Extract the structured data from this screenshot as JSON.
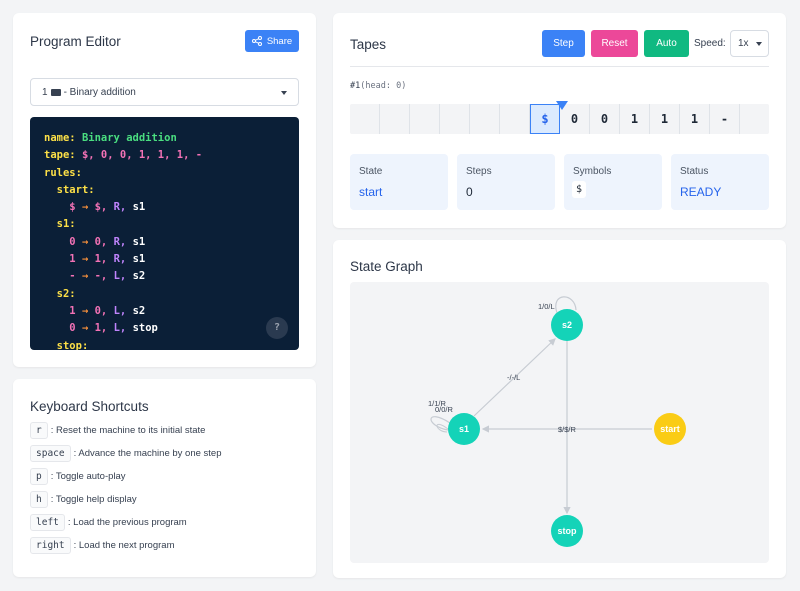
{
  "editor": {
    "title": "Program Editor",
    "share_label": "Share",
    "program_number": "1",
    "program_icon": "keyboard-icon",
    "program_name": "- Binary addition",
    "code": {
      "l1_key": "name:",
      "l1_val": "Binary addition",
      "l2_key": "tape:",
      "l2_val": "$, 0, 0, 1, 1, 1, -",
      "l3_key": "rules:",
      "l4_key": "start:",
      "l5_read": "$",
      "l5_arrow": "→",
      "l5_write": "$,",
      "l5_dir": "R,",
      "l5_next": "s1",
      "l6_key": "s1:",
      "l7_read": "0",
      "l7_arrow": "→",
      "l7_write": "0,",
      "l7_dir": "R,",
      "l7_next": "s1",
      "l8_read": "1",
      "l8_arrow": "→",
      "l8_write": "1,",
      "l8_dir": "R,",
      "l8_next": "s1",
      "l9_read": "-",
      "l9_arrow": "→",
      "l9_write": "-,",
      "l9_dir": "L,",
      "l9_next": "s2",
      "l10_key": "s2:",
      "l11_read": "1",
      "l11_arrow": "→",
      "l11_write": "0,",
      "l11_dir": "L,",
      "l11_next": "s2",
      "l12_read": "0",
      "l12_arrow": "→",
      "l12_write": "1,",
      "l12_dir": "L,",
      "l12_next": "stop",
      "l13_key": "stop:"
    },
    "help_label": "?"
  },
  "shortcuts": {
    "title": "Keyboard Shortcuts",
    "items": [
      {
        "key": "r",
        "desc": ": Reset the machine to its initial state"
      },
      {
        "key": "space",
        "desc": ": Advance the machine by one step"
      },
      {
        "key": "p",
        "desc": ": Toggle auto-play"
      },
      {
        "key": "h",
        "desc": ": Toggle help display"
      },
      {
        "key": "left",
        "desc": ": Load the previous program"
      },
      {
        "key": "right",
        "desc": ": Load the next program"
      }
    ]
  },
  "tapes": {
    "title": "Tapes",
    "step_label": "Step",
    "reset_label": "Reset",
    "auto_label": "Auto",
    "speed_label": "Speed:",
    "speed_value": "1x",
    "tape_id": "#1",
    "head_info": "(head: 0)",
    "cells": [
      "",
      "",
      "",
      "",
      "",
      "",
      "$",
      "0",
      "0",
      "1",
      "1",
      "1",
      "-",
      ""
    ],
    "head_index": 6
  },
  "stats": {
    "state_label": "State",
    "state_value": "start",
    "steps_label": "Steps",
    "steps_value": "0",
    "symbols_label": "Symbols",
    "symbols_value": "$",
    "status_label": "Status",
    "status_value": "READY"
  },
  "graph": {
    "title": "State Graph",
    "nodes": {
      "s2": "s2",
      "s1": "s1",
      "start": "start",
      "stop": "stop"
    },
    "edges": {
      "s2_loop": "1/0/L",
      "s1_s2": "-/-/L",
      "s1_loop_a": "1/1/R",
      "s1_loop_b": "0/0/R",
      "start_s1": "$/$/R"
    }
  },
  "colors": {
    "primary": "#3b82f6",
    "reset": "#ec4899",
    "auto": "#10b981",
    "node": "#14d3b8",
    "start_node": "#facc15"
  }
}
